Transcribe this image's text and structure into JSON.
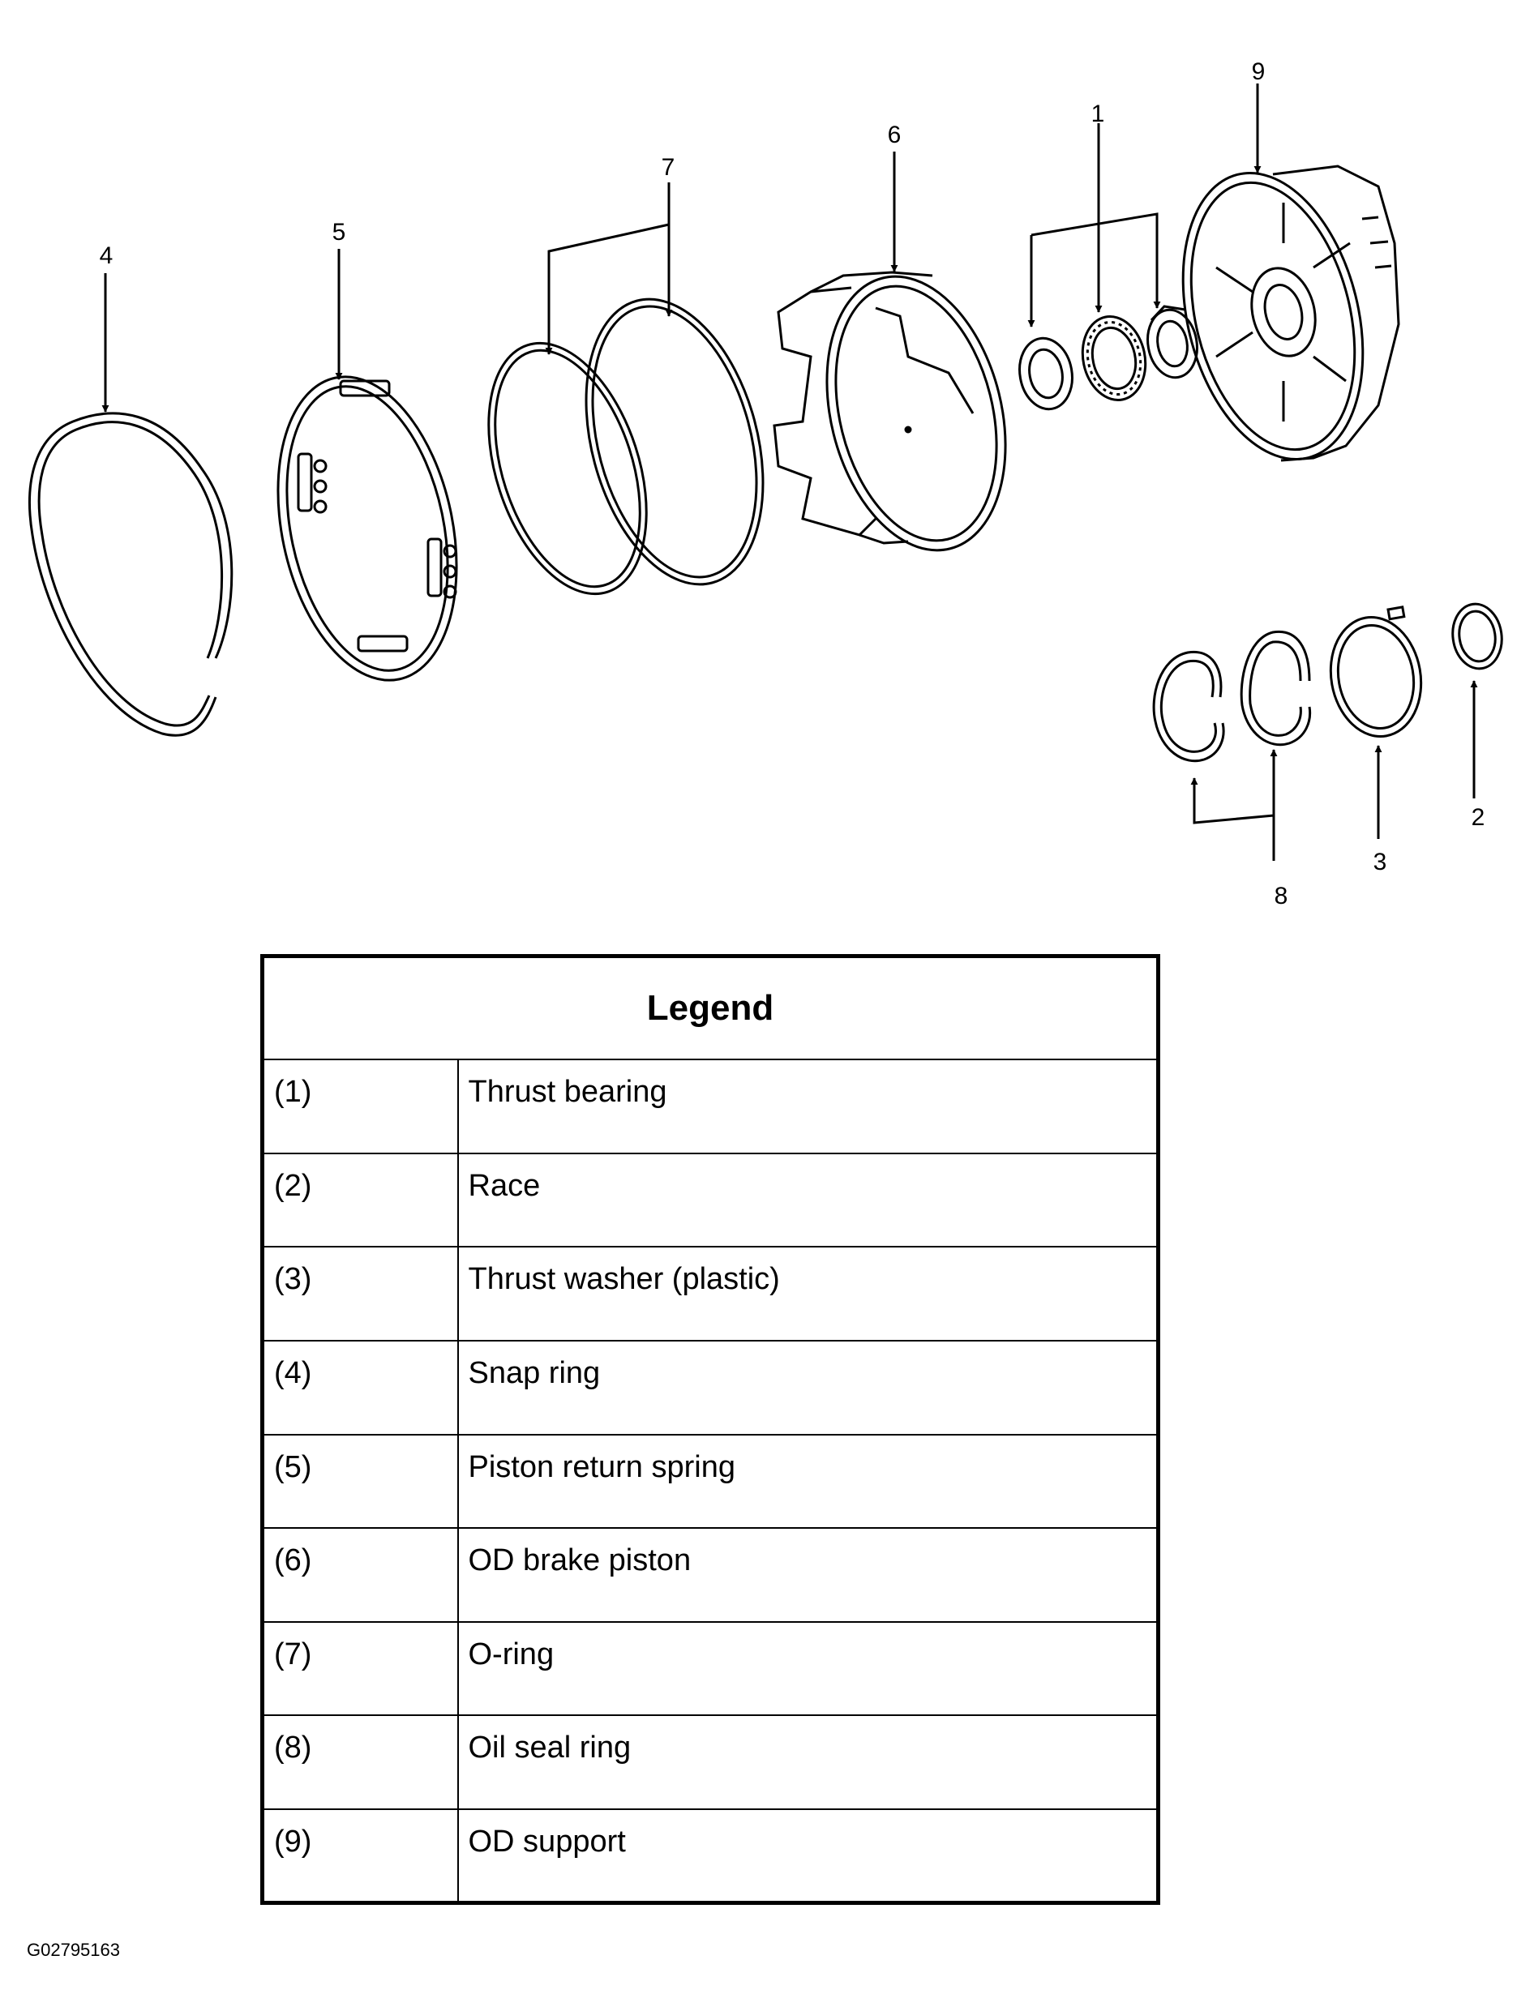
{
  "callouts": [
    "1",
    "2",
    "3",
    "4",
    "5",
    "6",
    "7",
    "8",
    "9"
  ],
  "legend": {
    "title": "Legend",
    "rows": [
      {
        "num": "(1)",
        "label": "Thrust bearing"
      },
      {
        "num": "(2)",
        "label": "Race"
      },
      {
        "num": "(3)",
        "label": "Thrust washer (plastic)"
      },
      {
        "num": "(4)",
        "label": "Snap ring"
      },
      {
        "num": "(5)",
        "label": "Piston return spring"
      },
      {
        "num": "(6)",
        "label": "OD brake piston"
      },
      {
        "num": "(7)",
        "label": "O-ring"
      },
      {
        "num": "(8)",
        "label": "Oil seal ring"
      },
      {
        "num": "(9)",
        "label": "OD support"
      }
    ]
  },
  "figure_id": "G02795163"
}
